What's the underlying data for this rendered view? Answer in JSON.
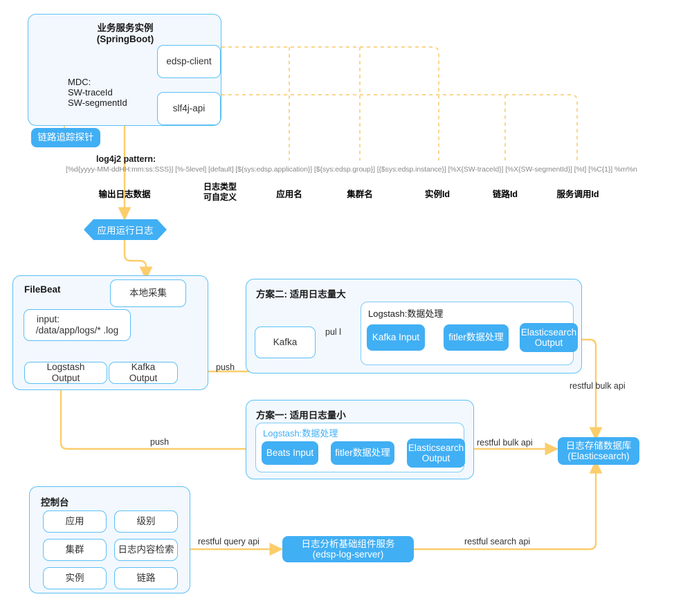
{
  "diagram": {
    "title": "日志采集与分析架构图",
    "colors": {
      "accent_blue": "#41AFF4",
      "panel_border": "#5CC0F5",
      "panel_fill": "#F2F8FE",
      "arrow_yellow": "#FBCD6B",
      "dashed_yellow": "#FBD58A",
      "text_dark": "#1a1a1a",
      "text_gray": "#8a8a8a"
    },
    "service_panel": {
      "title_line1": "业务服务实例",
      "title_line2": "(SpringBoot)",
      "mdc_line1": "MDC:",
      "mdc_line2": "SW-traceId",
      "mdc_line3": "SW-segmentId",
      "edsp_client": "edsp-client",
      "slf4j_api": "slf4j-api"
    },
    "probe_badge": "链路追踪探针",
    "pattern": {
      "heading": "log4j2 pattern:",
      "text": "[%d{yyyy-MM-ddHH:mm:ss:SSS}] [%-5level] [default] [${sys:edsp.application}] [${sys:edsp.group}] [{$sys:edsp.instance}] [%X{SW-traceId}] [%X{SW-segmentId}] [%t] [%C{1}] %m%n",
      "legend": [
        {
          "label": "输出日志数据",
          "lines": [
            "输出日志数据"
          ]
        },
        {
          "label": "日志类型可自定义",
          "lines": [
            "日志类型",
            "可自定义"
          ]
        },
        {
          "label": "应用名",
          "lines": [
            "应用名"
          ]
        },
        {
          "label": "集群名",
          "lines": [
            "集群名"
          ]
        },
        {
          "label": "实例Id",
          "lines": [
            "实例Id"
          ]
        },
        {
          "label": "链路Id",
          "lines": [
            "链路Id"
          ]
        },
        {
          "label": "服务调用Id",
          "lines": [
            "服务调用Id"
          ]
        }
      ]
    },
    "app_log_node": "应用运行日志",
    "filebeat": {
      "title": "FileBeat",
      "local_collect": "本地采集",
      "input_line1": "input:",
      "input_line2": "/data/app/logs/* .log",
      "logstash_output_line1": "Logstash",
      "logstash_output_line2": "Output",
      "kafka_output_line1": "Kafka",
      "kafka_output_line2": "Output"
    },
    "solution2": {
      "title": "方案二: 适用日志量大",
      "kafka": "Kafka",
      "pull_label": "pul l",
      "logstash_title": "Logstash:数据处理",
      "stages": [
        {
          "label": "Kafka Input"
        },
        {
          "label": "fitler数据处理"
        },
        {
          "label": "Elasticsearch Output",
          "line1": "Elasticsearch",
          "line2": "Output"
        }
      ]
    },
    "solution1": {
      "title": "方案一: 适用日志量小",
      "logstash_title": "Logstash:数据处理",
      "stages": [
        {
          "label": "Beats Input"
        },
        {
          "label": "fitler数据处理"
        },
        {
          "label": "Elasticsearch Output",
          "line1": "Elasticsearch",
          "line2": "Output"
        }
      ]
    },
    "console": {
      "title": "控制台",
      "buttons": [
        "应用",
        "级别",
        "集群",
        "日志内容检索",
        "实例",
        "链路"
      ]
    },
    "log_server": {
      "line1": "日志分析基础组件服务",
      "line2": "(edsp-log-server)"
    },
    "es_store": {
      "line1": "日志存储数据库",
      "line2": "(Elasticsearch)"
    },
    "edge_labels": {
      "push_top": "push",
      "push_bottom": "push",
      "restful_bulk_api_right": "restful bulk api",
      "restful_bulk_api_mid": "restful bulk api",
      "restful_query_api": "restful query api",
      "restful_search_api": "restful search api"
    }
  }
}
